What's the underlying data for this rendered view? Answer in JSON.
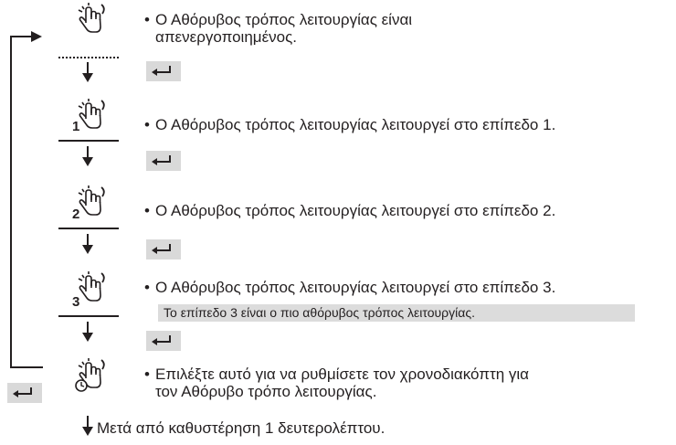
{
  "steps": [
    {
      "icon": "silent-hand-off-icon",
      "number": "",
      "text_line1": "Ο Αθόρυβος τρόπος λειτουργίας είναι",
      "text_line2": "απενεργοποιημένος."
    },
    {
      "icon": "silent-hand-level-icon",
      "number": "1",
      "text_line1": "Ο Αθόρυβος τρόπος λειτουργίας λειτουργεί στο επίπεδο 1."
    },
    {
      "icon": "silent-hand-level-icon",
      "number": "2",
      "text_line1": "Ο Αθόρυβος τρόπος λειτουργίας λειτουργεί στο επίπεδο 2."
    },
    {
      "icon": "silent-hand-level-icon",
      "number": "3",
      "text_line1": "Ο Αθόρυβος τρόπος λειτουργίας λειτουργεί στο επίπεδο 3.",
      "note": "Το επίπεδο 3 είναι ο πιο αθόρυβος τρόπος λειτουργίας."
    },
    {
      "icon": "silent-hand-timer-icon",
      "number": "",
      "text_line1": "Επιλέξτε αυτό για να ρυθμίσετε τον χρονοδιακόπτη για",
      "text_line2": "τον Αθόρυβο τρόπο λειτουργίας."
    }
  ],
  "bullet": "•",
  "footer": "Μετά από καθυστέρηση 1 δευτερολέπτου.",
  "enter_key_icon": "enter-key-icon"
}
